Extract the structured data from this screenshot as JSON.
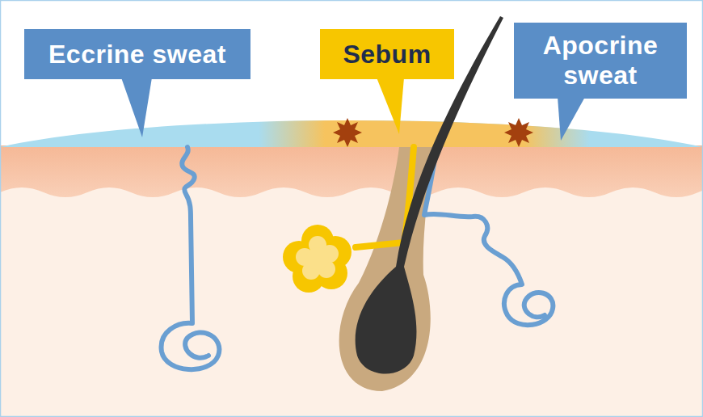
{
  "diagram": {
    "nodes": [
      {
        "text": [
          "Eccrine sweat"
        ]
      },
      {
        "text": [
          "Sebum"
        ]
      },
      {
        "text": [
          "Apocrine sweat"
        ]
      }
    ]
  }
}
